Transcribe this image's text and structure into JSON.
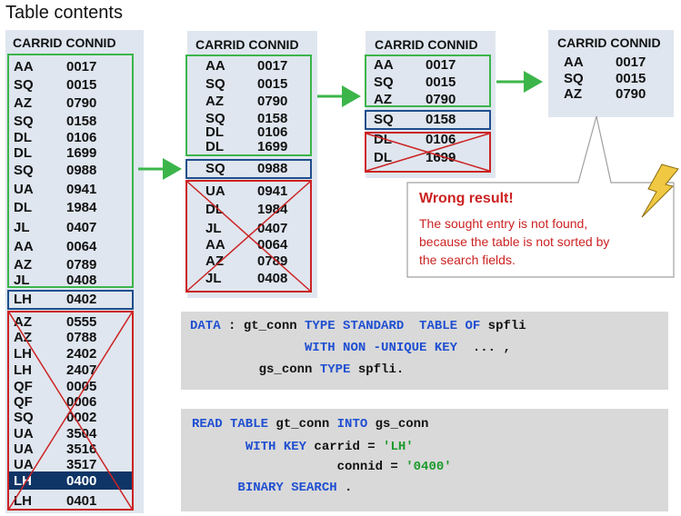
{
  "title": "Table contents",
  "header": "CARRID CONNID",
  "table1": {
    "rows": [
      [
        "AA",
        "0017"
      ],
      [
        "SQ",
        "0015"
      ],
      [
        "AZ",
        "0790"
      ],
      [
        "SQ",
        "0158"
      ],
      [
        "DL",
        "0106"
      ],
      [
        "DL",
        "1699"
      ],
      [
        "SQ",
        "0988"
      ],
      [
        "UA",
        "0941"
      ],
      [
        "DL",
        "1984"
      ],
      [
        "JL",
        "0407"
      ],
      [
        "AA",
        "0064"
      ],
      [
        "AZ",
        "0789"
      ],
      [
        "JL",
        "0408"
      ],
      [
        "LH",
        "0402"
      ],
      [
        "AZ",
        "0555"
      ],
      [
        "AZ",
        "0788"
      ],
      [
        "LH",
        "2402"
      ],
      [
        "LH",
        "2407"
      ],
      [
        "QF",
        "0005"
      ],
      [
        "QF",
        "0006"
      ],
      [
        "SQ",
        "0002"
      ],
      [
        "UA",
        "3504"
      ],
      [
        "UA",
        "3516"
      ],
      [
        "UA",
        "3517"
      ],
      [
        "LH",
        "0400"
      ],
      [
        "LH",
        "0401"
      ]
    ]
  },
  "table2": {
    "rows": [
      [
        "AA",
        "0017"
      ],
      [
        "SQ",
        "0015"
      ],
      [
        "AZ",
        "0790"
      ],
      [
        "SQ",
        "0158"
      ],
      [
        "DL",
        "0106"
      ],
      [
        "DL",
        "1699"
      ],
      [
        "SQ",
        "0988"
      ],
      [
        "UA",
        "0941"
      ],
      [
        "DL",
        "1984"
      ],
      [
        "JL",
        "0407"
      ],
      [
        "AA",
        "0064"
      ],
      [
        "AZ",
        "0789"
      ],
      [
        "JL",
        "0408"
      ]
    ]
  },
  "table3": {
    "rows": [
      [
        "AA",
        "0017"
      ],
      [
        "SQ",
        "0015"
      ],
      [
        "AZ",
        "0790"
      ],
      [
        "SQ",
        "0158"
      ],
      [
        "DL",
        "0106"
      ],
      [
        "DL",
        "1699"
      ]
    ]
  },
  "table4": {
    "rows": [
      [
        "AA",
        "0017"
      ],
      [
        "SQ",
        "0015"
      ],
      [
        "AZ",
        "0790"
      ]
    ]
  },
  "callout": {
    "title": "Wrong result!",
    "lines": [
      "The sought entry is not found,",
      "because the table is not sorted by",
      "the search fields."
    ]
  },
  "code1": [
    [
      [
        "kw",
        "DATA"
      ],
      [
        "",
        " : gt_conn "
      ],
      [
        "kw",
        "TYPE STANDARD  TABLE OF"
      ],
      [
        "",
        " spfli"
      ]
    ],
    [
      [
        "",
        "               "
      ],
      [
        "kw",
        "WITH NON -UNIQUE KEY"
      ],
      [
        "",
        "  ... ,"
      ]
    ],
    [
      [
        "",
        "         gs_conn "
      ],
      [
        "kw",
        "TYPE"
      ],
      [
        "",
        " spfli."
      ]
    ]
  ],
  "code2": [
    [
      [
        "kw",
        "READ TABLE"
      ],
      [
        "",
        " gt_conn "
      ],
      [
        "kw",
        "INTO"
      ],
      [
        "",
        " gs_conn"
      ]
    ],
    [
      [
        "",
        "       "
      ],
      [
        "kw",
        "WITH KEY"
      ],
      [
        "",
        " carrid = "
      ],
      [
        "str",
        "'LH'"
      ]
    ],
    [
      [
        "",
        "                   connid = "
      ],
      [
        "str",
        "'0400'"
      ]
    ],
    [
      [
        "",
        "      "
      ],
      [
        "kw",
        "BINARY SEARCH"
      ],
      [
        "",
        " ."
      ]
    ]
  ],
  "colors": {
    "panel": "#dfe6ef",
    "green": "#3bb54a",
    "blue": "#1f4e8c",
    "red": "#cc2222",
    "keyword": "#1f4fd1",
    "string": "#1a9a2a",
    "highlight": "#0f3466",
    "lightning": "#f0c842"
  },
  "icons": [
    "arrow-right-icon",
    "lightning-icon",
    "cross-out-icon"
  ]
}
